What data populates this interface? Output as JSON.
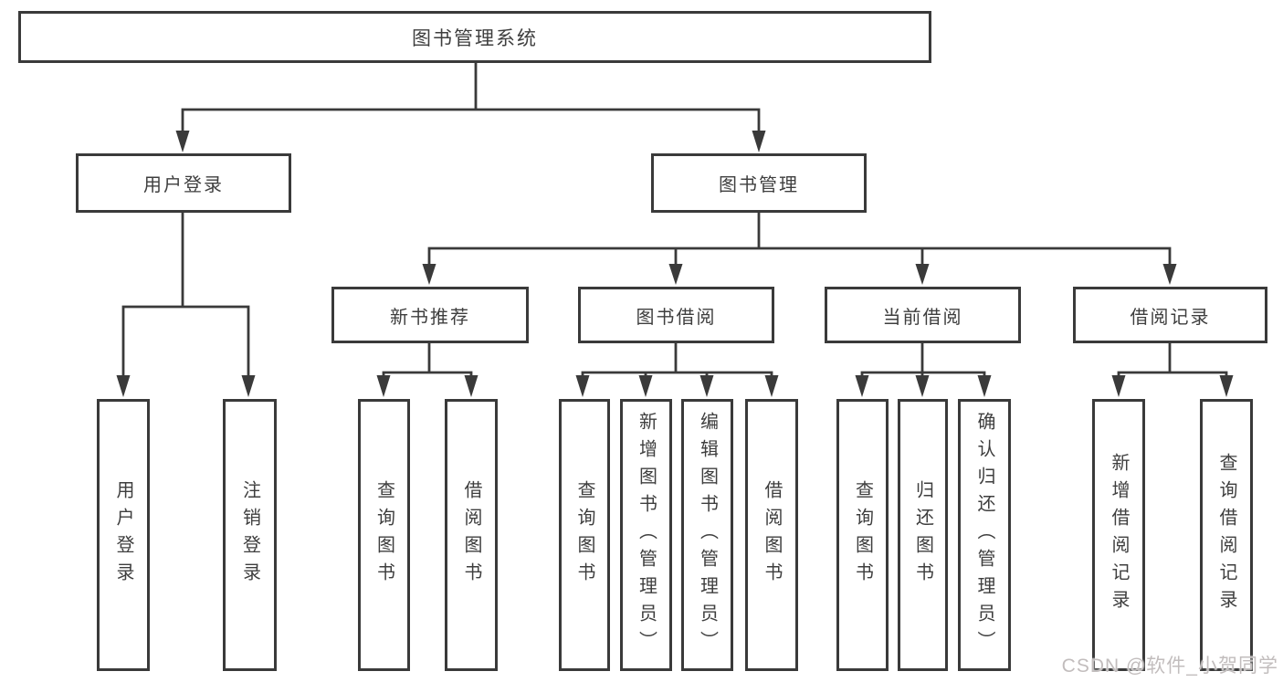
{
  "tree": {
    "root": "图书管理系统",
    "user_login": {
      "label": "用户登录",
      "children": [
        "用户登录",
        "注销登录"
      ]
    },
    "book_management": {
      "label": "图书管理",
      "sections": [
        {
          "label": "新书推荐",
          "children": [
            "查询图书",
            "借阅图书"
          ]
        },
        {
          "label": "图书借阅",
          "children": [
            "查询图书",
            "新增图书（管理员）",
            "编辑图书（管理员）",
            "借阅图书"
          ]
        },
        {
          "label": "当前借阅",
          "children": [
            "查询图书",
            "归还图书",
            "确认归还（管理员）"
          ]
        },
        {
          "label": "借阅记录",
          "children": [
            "新增借阅记录",
            "查询借阅记录"
          ]
        }
      ]
    }
  },
  "watermark": {
    "text": "CSDN @软件_小贺同学"
  },
  "colors": {
    "line": "#3a3a3a",
    "text": "#3e3e3e",
    "background": "#ffffff",
    "watermark": "#c2bdbd"
  }
}
